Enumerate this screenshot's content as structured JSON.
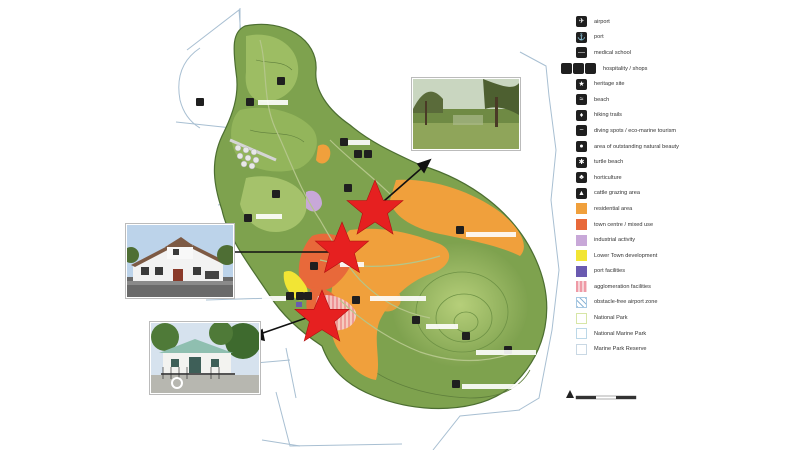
{
  "legend": {
    "items": [
      {
        "label": "airport",
        "icon": "airplane-icon",
        "kind": "icon"
      },
      {
        "label": "port",
        "icon": "anchor-icon",
        "kind": "icon"
      },
      {
        "label": "medical school",
        "icon": "minus-icon",
        "kind": "icon"
      },
      {
        "label": "hospitality / shops",
        "icon": "hospitality-icons",
        "kind": "multi"
      },
      {
        "label": "heritage site",
        "icon": "star-icon",
        "kind": "icon"
      },
      {
        "label": "beach",
        "icon": "swimmer-icon",
        "kind": "icon"
      },
      {
        "label": "hiking trails",
        "icon": "hiker-icon",
        "kind": "icon"
      },
      {
        "label": "diving spots / eco-marine tourism",
        "icon": "diver-icon",
        "kind": "icon"
      },
      {
        "label": "area of outstanding natural beauty",
        "icon": "eye-icon",
        "kind": "icon"
      },
      {
        "label": "turtle beach",
        "icon": "turtle-icon",
        "kind": "icon"
      },
      {
        "label": "horticulture",
        "icon": "plant-icon",
        "kind": "icon"
      },
      {
        "label": "cattle grazing area",
        "icon": "cattle-icon",
        "kind": "icon"
      },
      {
        "label": "residential area",
        "color": "#f0a03c",
        "kind": "fill"
      },
      {
        "label": "town centre / mixed use",
        "color": "#e8693a",
        "kind": "fill"
      },
      {
        "label": "industrial activity",
        "color": "#c8a8d8",
        "kind": "fill"
      },
      {
        "label": "Lower Town development",
        "color": "#f2e534",
        "kind": "fill"
      },
      {
        "label": "port facilities",
        "color": "#6a5ab0",
        "kind": "fill"
      },
      {
        "label": "agglomeration facilities",
        "color": "#f3b9c0",
        "kind": "stripes"
      },
      {
        "label": "obstacle-free airport zone",
        "color": "#a7c9e3",
        "kind": "hatch"
      },
      {
        "label": "National Park",
        "color": "#d7e6a6",
        "kind": "outline"
      },
      {
        "label": "National Marine Park",
        "color": "#bcd8e8",
        "kind": "outline"
      },
      {
        "label": "Marine Park Reserve",
        "color": "#c9d8e4",
        "kind": "outline"
      }
    ]
  },
  "colors": {
    "island_green": "#7ea24e",
    "island_light": "#a9c46e",
    "residential": "#f0a03c",
    "town_centre": "#e8693a",
    "marker_star": "#e62020",
    "boundary_line": "#a8bfd2",
    "arrow": "#111111"
  },
  "markers": [
    "star-marker-north",
    "star-marker-middle",
    "star-marker-south"
  ]
}
